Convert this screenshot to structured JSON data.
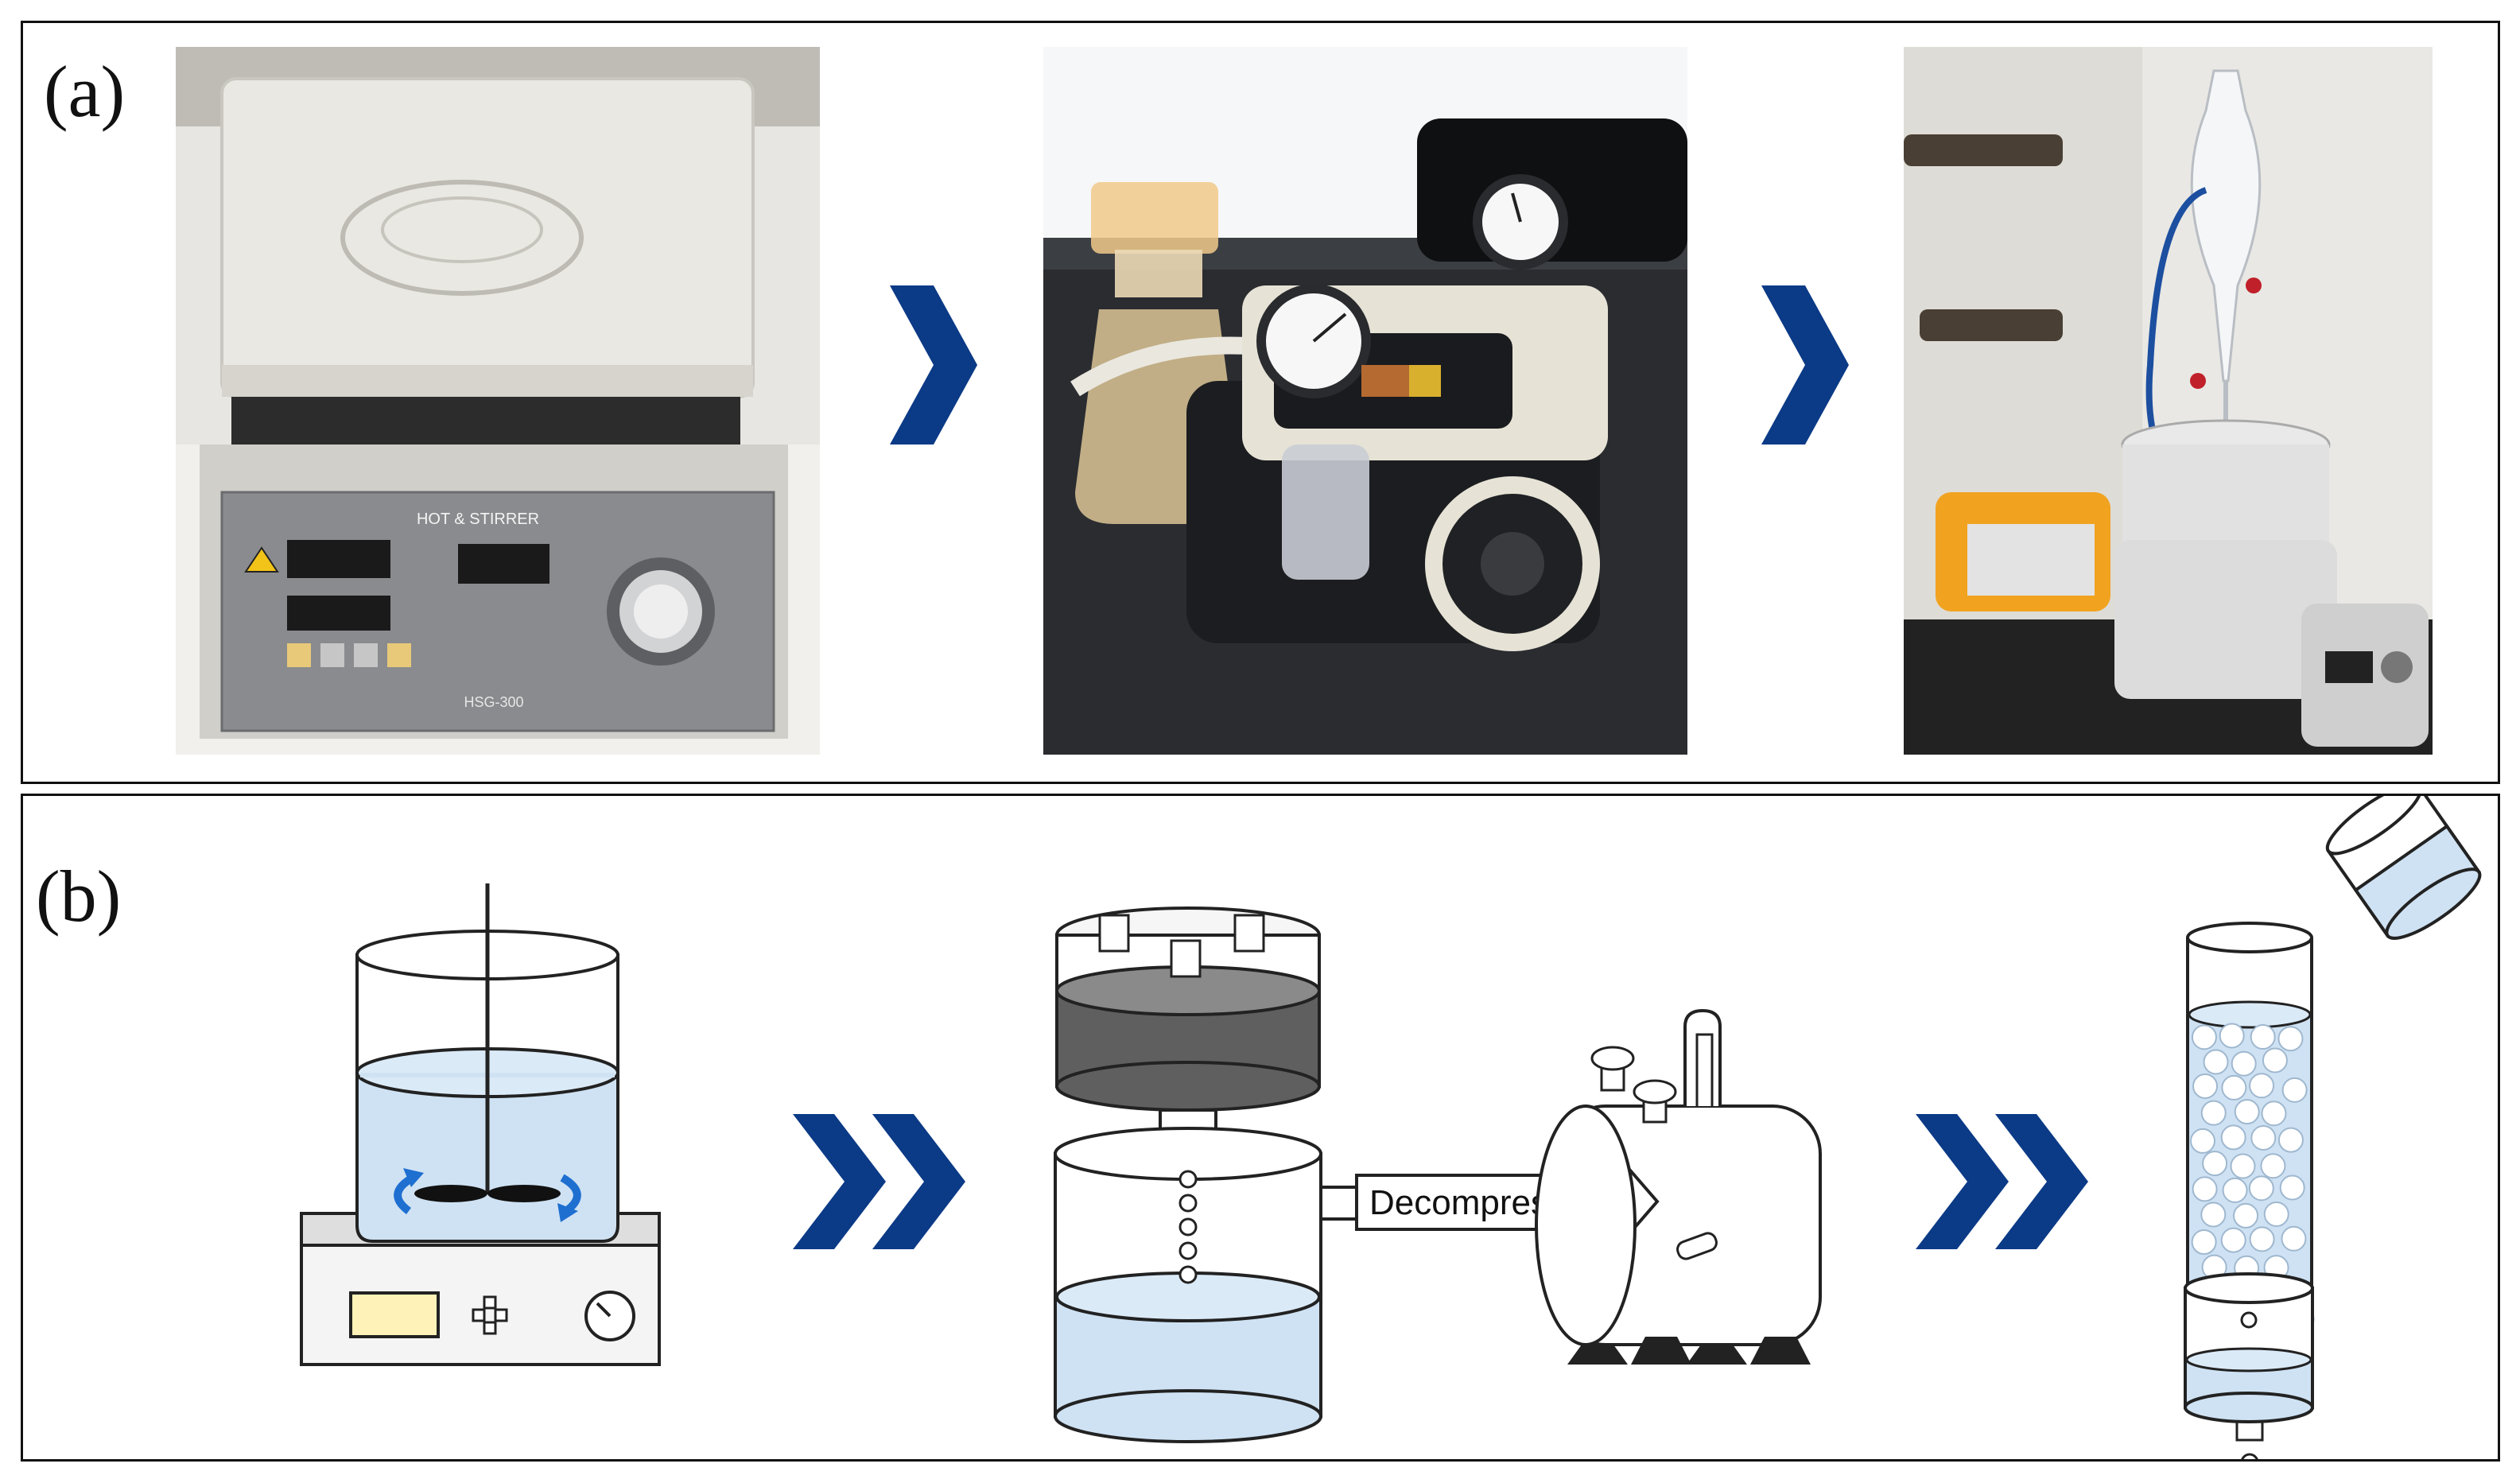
{
  "panel_a": {
    "label": "(a)",
    "photos": [
      {
        "name": "hotplate-stirrer-photo",
        "front_text": "HOT & STIRRER",
        "model_text": "HSG-300"
      },
      {
        "name": "vacuum-pump-photo"
      },
      {
        "name": "separatory-funnel-setup-photo"
      }
    ]
  },
  "panel_b": {
    "label": "(b)",
    "arrow_text": "Decompression"
  },
  "colors": {
    "arrow_blue": "#0b3a86",
    "liquid_blue": "#cfe2f3",
    "swirl_blue": "#1f6fd1"
  }
}
